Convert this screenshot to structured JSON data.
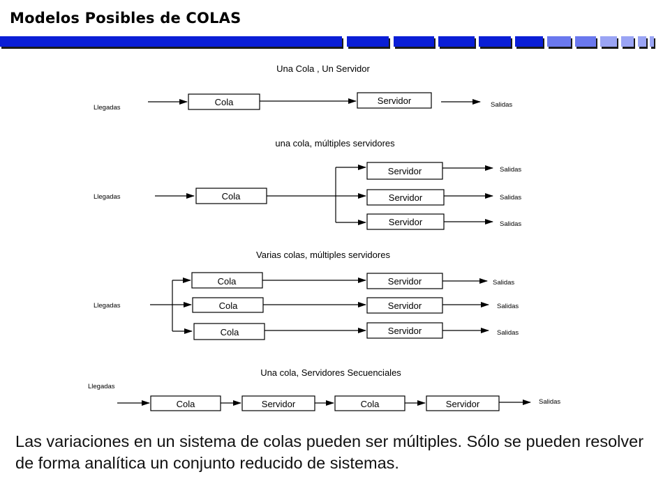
{
  "slide": {
    "title": "Modelos Posibles de COLAS",
    "description": "Las variaciones en un sistema de colas pueden ser múltiples. Sólo se pueden resolver de forma analítica un conjunto reducido de sistemas."
  },
  "colors": {
    "bar": "#0a1ed6",
    "bar_light": "#6a78ee"
  },
  "models": [
    {
      "heading": "Una Cola , Un Servidor",
      "input": "Llegadas",
      "queue": "Cola",
      "server": "Servidor",
      "output": "Salidas"
    },
    {
      "heading": "una cola, múltiples servidores",
      "input": "Llegadas",
      "queue": "Cola",
      "servers": [
        "Servidor",
        "Servidor",
        "Servidor"
      ],
      "outputs": [
        "Salidas",
        "Salidas",
        "Salidas"
      ]
    },
    {
      "heading": "Varias colas, múltiples servidores",
      "input": "Llegadas",
      "queues": [
        "Cola",
        "Cola",
        "Cola"
      ],
      "servers": [
        "Servidor",
        "Servidor",
        "Servidor"
      ],
      "outputs": [
        "Salidas",
        "Salidas",
        "Salidas"
      ]
    },
    {
      "heading": "Una cola, Servidores Secuenciales",
      "input": "Llegadas",
      "stages": [
        "Cola",
        "Servidor",
        "Cola",
        "Servidor"
      ],
      "output": "Salidas"
    }
  ]
}
